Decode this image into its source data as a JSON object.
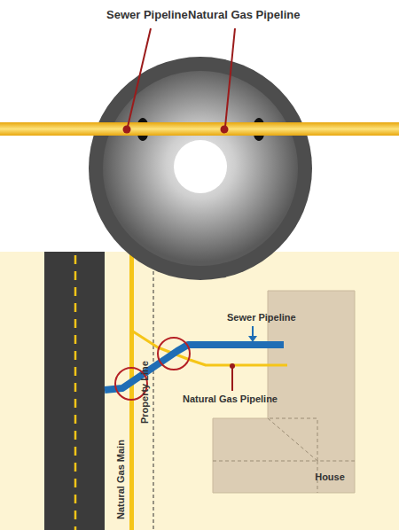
{
  "diagram": {
    "nodes": [
      {
        "text": [
          "House"
        ]
      }
    ],
    "labels": [
      "Sewer Pipeline",
      "Natural Gas Pipeline",
      "Sewer Pipeline",
      "Natural Gas Pipeline",
      "Natural Gas Main",
      "Property Line"
    ]
  }
}
